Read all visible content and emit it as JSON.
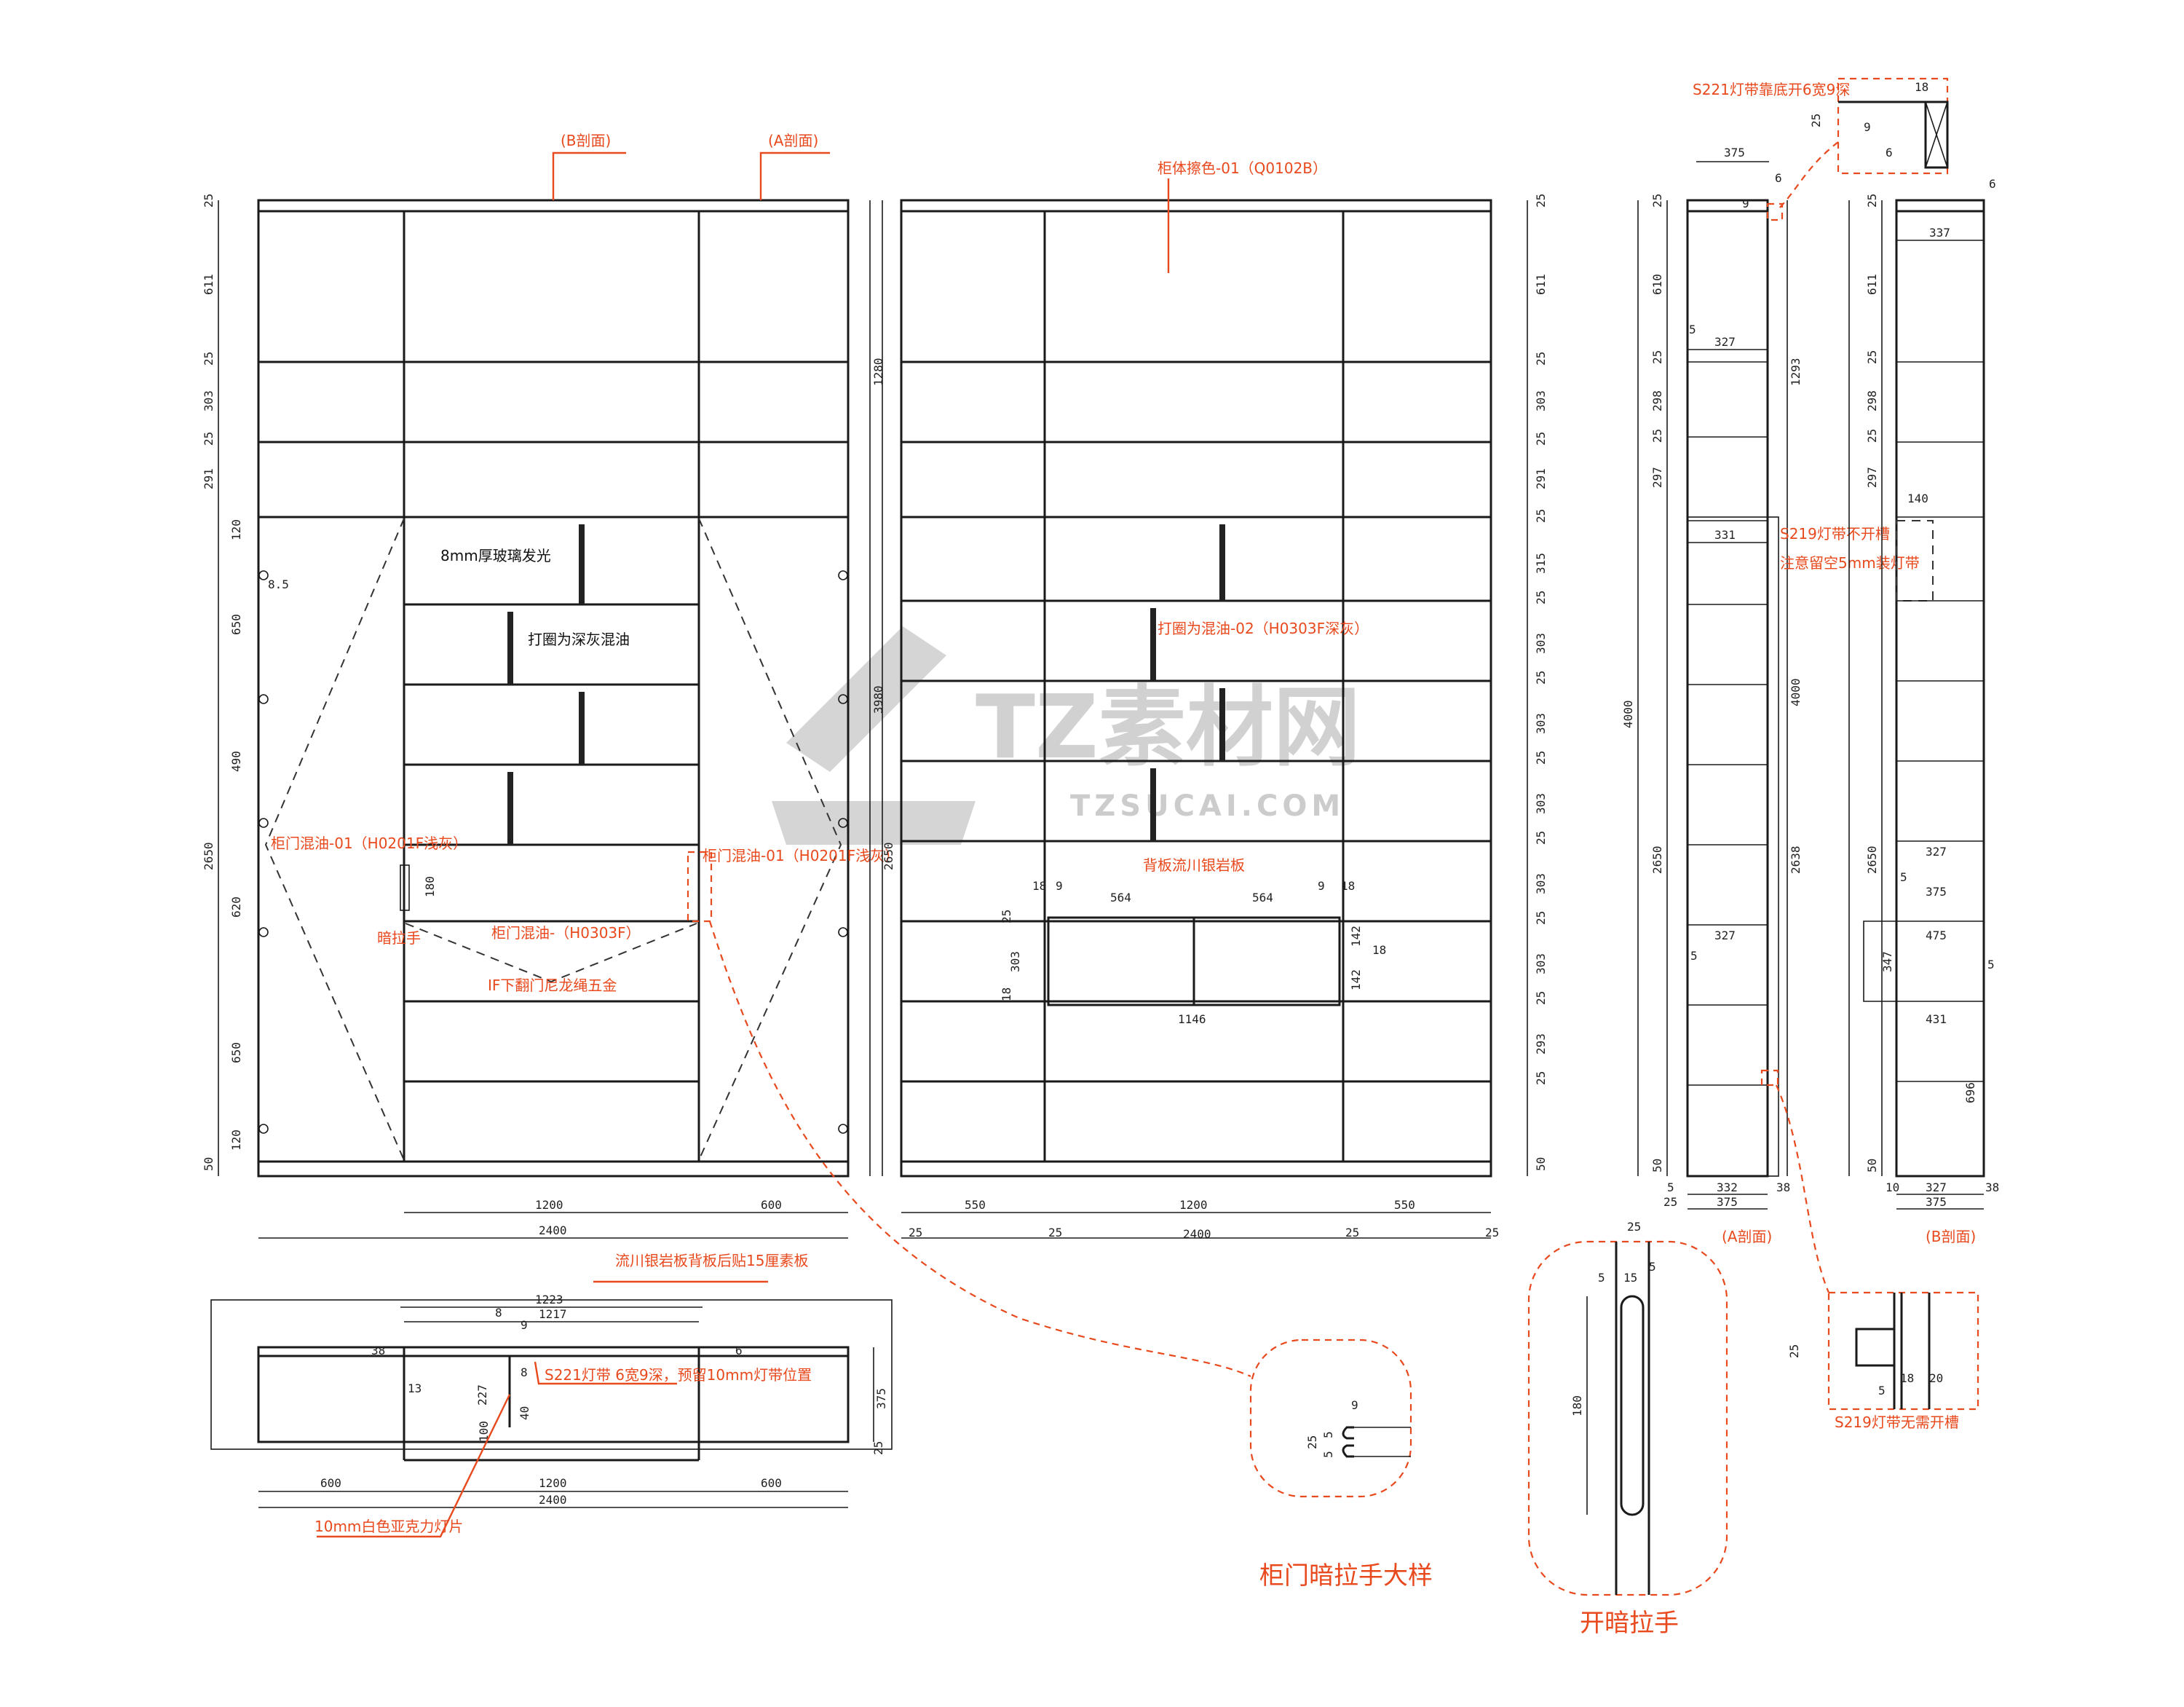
{
  "watermark": {
    "brand": "TZ素材网",
    "url": "TZSUCAI.COM"
  },
  "section_markers": {
    "b_section": "(B剖面)",
    "a_section": "(A剖面)"
  },
  "front_view": {
    "left_dims": [
      "25",
      "611",
      "25",
      "303",
      "25",
      "291",
      "120",
      "650",
      "490",
      "620",
      "650",
      "120",
      "50"
    ],
    "overall_left": "2650",
    "right_dims": [
      "1280",
      "3980"
    ],
    "bottom_dims": [
      "1200",
      "600"
    ],
    "overall_width": "2400",
    "small_dim": "8.5",
    "notes": {
      "glass": "8mm厚玻璃发光",
      "ring": "打圈为深灰混油",
      "door_left": "柜门混油-01（H0201F浅灰）",
      "door_right": "柜门混油-01（H0201F浅灰）",
      "hidden_handle": "暗拉手",
      "door_mid": "柜门混油-（H0303F）",
      "flap": "IF下翻门尼龙绳五金",
      "handle_h": "180"
    }
  },
  "inner_view": {
    "note_color": "柜体擦色-01（Q0102B）",
    "note_ring": "打圈为混油-02（H0303F深灰）",
    "note_back": "背板流川银岩板",
    "left_dim": "2650",
    "right_dims": [
      "25",
      "611",
      "25",
      "303",
      "25",
      "291",
      "25",
      "315",
      "25",
      "303",
      "25",
      "303",
      "25",
      "303",
      "25",
      "303",
      "25",
      "303",
      "25",
      "293",
      "25",
      "50"
    ],
    "niche_dims": [
      "18",
      "9",
      "564",
      "564",
      "9",
      "18",
      "25",
      "303",
      "18",
      "1146",
      "142",
      "142",
      "18"
    ],
    "bottom_dims": [
      "550",
      "1200",
      "550"
    ],
    "bottom_25": [
      "25",
      "25",
      "25",
      "25"
    ],
    "overall_width": "2400"
  },
  "plan_view": {
    "dims_top": [
      "1223",
      "1217"
    ],
    "small": [
      "8",
      "9",
      "38",
      "13",
      "6",
      "227",
      "100",
      "8",
      "40",
      "375",
      "25"
    ],
    "bottom_dims": [
      "600",
      "1200",
      "600"
    ],
    "overall": "2400",
    "notes": {
      "back": "流川银岩板背板后贴15厘素板",
      "strip": "S221灯带 6宽9深，预留10mm灯带位置",
      "acrylic": "10mm白色亚克力灯片"
    }
  },
  "section_a": {
    "dims_left": [
      "4000",
      "2650",
      "50"
    ],
    "dims_col": [
      "25",
      "610",
      "25",
      "298",
      "25",
      "297"
    ],
    "dims_inner": [
      "375",
      "327",
      "5",
      "1293",
      "331",
      "327",
      "5",
      "4000",
      "2638",
      "332",
      "375",
      "5",
      "25",
      "38",
      "9",
      "6"
    ],
    "label": "(A剖面)",
    "notes": {
      "s219": "S219灯带不开槽",
      "leave": "注意留空5mm装灯带"
    }
  },
  "section_b": {
    "dims_left": [
      "25",
      "611",
      "25",
      "298",
      "25",
      "297",
      "2650",
      "50"
    ],
    "dims_inner": [
      "337",
      "140",
      "327",
      "5",
      "375",
      "475",
      "347",
      "431",
      "696",
      "10",
      "327",
      "375",
      "38",
      "6",
      "5"
    ],
    "label": "(B剖面)"
  },
  "detail_top_right": {
    "note": "S221灯带靠底开6宽9深",
    "dims": [
      "18",
      "25",
      "9",
      "6"
    ]
  },
  "detail_s219": {
    "note": "S219灯带无需开槽",
    "dims": [
      "25",
      "5",
      "18",
      "20"
    ]
  },
  "detail_handle": {
    "title": "柜门暗拉手大样",
    "dims": [
      "9",
      "25",
      "5",
      "5"
    ]
  },
  "detail_open": {
    "title": "开暗拉手",
    "dims": [
      "25",
      "5",
      "15",
      "5",
      "180"
    ]
  }
}
